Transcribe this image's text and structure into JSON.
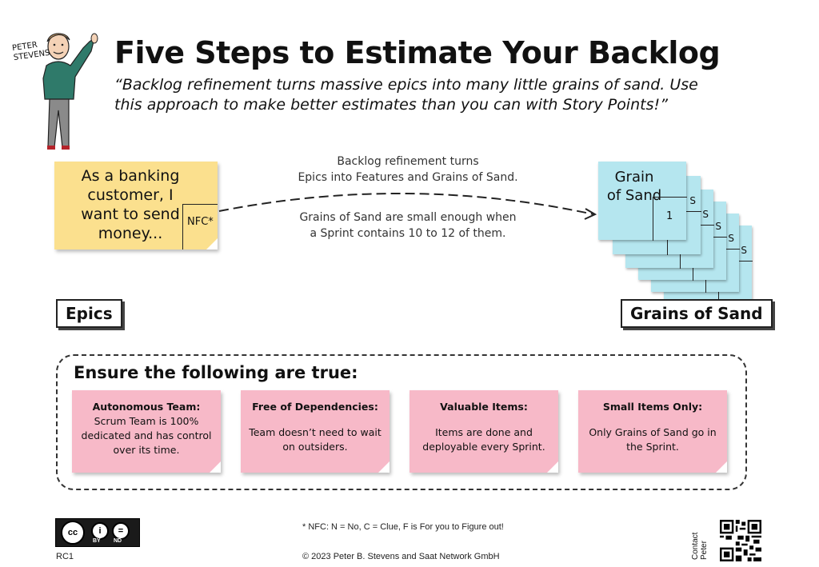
{
  "author_tag": [
    "PETER",
    "STEVENS"
  ],
  "title": "Five Steps to Estimate Your Backlog",
  "quote": "“Backlog refinement turns massive epics into many little grains of sand. Use this approach to make better estimates than you can with Story Points!”",
  "epic_card": {
    "text": "As a banking customer, I want to send money...",
    "corner": "NFC*"
  },
  "arrow_note_top": [
    "Backlog refinement turns",
    "Epics into Features and Grains of Sand."
  ],
  "arrow_note_bottom": [
    "Grains of Sand are small enough when",
    "a Sprint contains 10 to 12 of them."
  ],
  "grain_card": {
    "title": "Grain of Sand",
    "value": "1",
    "s": "S"
  },
  "labels": {
    "epics": "Epics",
    "grains": "Grains of Sand"
  },
  "ensure": {
    "title": "Ensure the following are true:",
    "items": [
      {
        "heading": "Autonomous Team:",
        "body": "Scrum Team is 100% dedicated and has control over its time."
      },
      {
        "heading": "Free of Dependencies:",
        "body": "Team doesn’t need to wait on outsiders."
      },
      {
        "heading": "Valuable Items:",
        "body": "Items are done and deployable every Sprint."
      },
      {
        "heading": "Small Items Only:",
        "body": "Only Grains of Sand go in the Sprint."
      }
    ]
  },
  "footnote": "* NFC: N = No, C = Clue, F is For you to Figure out!",
  "copyright": "© 2023 Peter B. Stevens and Saat Network GmbH",
  "version": "RC1",
  "license": {
    "by": "BY",
    "nd": "ND"
  },
  "contact": [
    "Contact",
    "Peter"
  ],
  "colors": {
    "yellow_note": "#fbe08e",
    "blue_note": "#b5e6ef",
    "pink_note": "#f7b9c8"
  }
}
